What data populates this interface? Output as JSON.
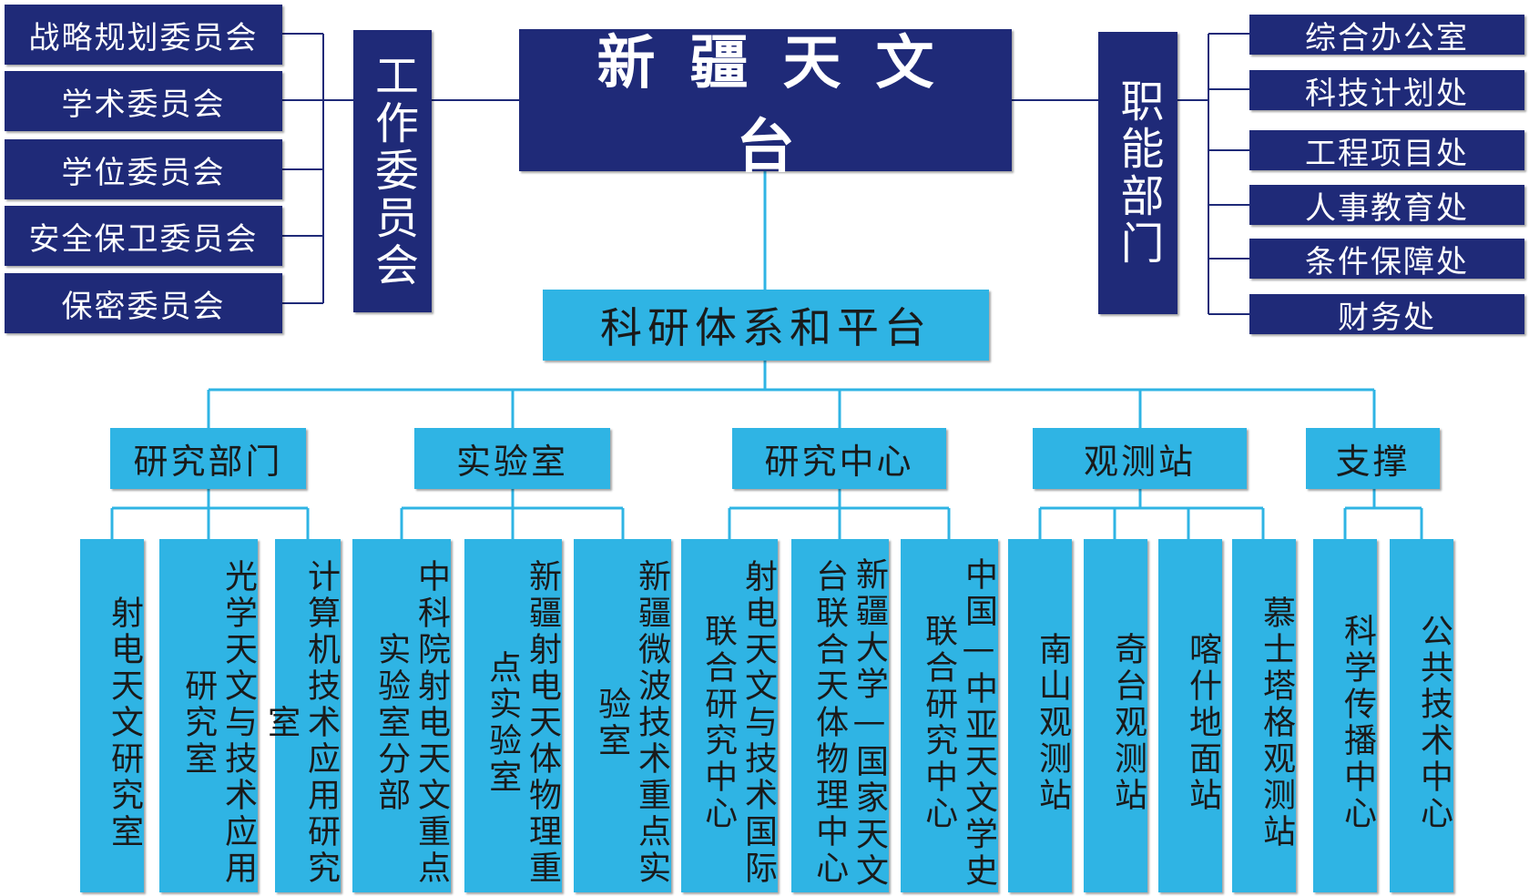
{
  "title": "新疆天文台",
  "committee_label": "工作委员会",
  "committees": [
    "战略规划委员会",
    "学术委员会",
    "学位委员会",
    "安全保卫委员会",
    "保密委员会"
  ],
  "functional_label": "职能部门",
  "departments": [
    "综合办公室",
    "科技计划处",
    "工程项目处",
    "人事教育处",
    "条件保障处",
    "财务处"
  ],
  "platform": "科研体系和平台",
  "categories": [
    {
      "label": "研究部门",
      "units": [
        "射电天文研究室",
        "光学天文与技术应用研究室",
        "计算机技术应用研究室"
      ]
    },
    {
      "label": "实验室",
      "units": [
        "中科院射电天文重点实验室分部",
        "新疆射电天体物理重点实验室",
        "新疆微波技术重点实验室"
      ]
    },
    {
      "label": "研究中心",
      "units": [
        "射电天文与技术国际联合研究中心",
        "新疆大学—国家天文台联合天体物理中心",
        "中国—中亚天文学史联合研究中心"
      ]
    },
    {
      "label": "观测站",
      "units": [
        "南山观测站",
        "奇台观测站",
        "喀什地面站",
        "慕士塔格观测站"
      ]
    },
    {
      "label": "支撑",
      "units": [
        "科学传播中心",
        "公共技术中心"
      ]
    }
  ],
  "colors": {
    "navy": "#1f2a78",
    "cyan": "#2fb4e4",
    "connector": "#1f2a78",
    "connector_light": "#2fb4e4"
  }
}
